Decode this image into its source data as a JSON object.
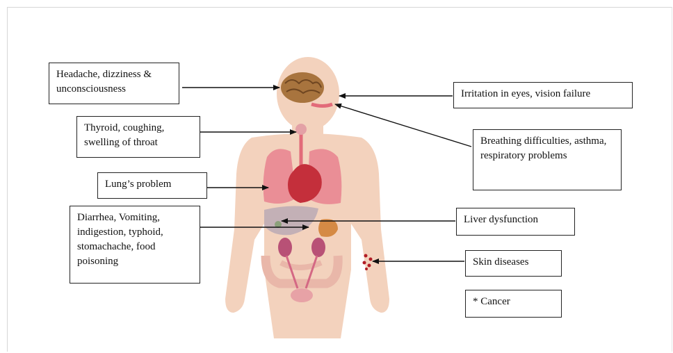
{
  "labels": {
    "headache": "Headache, dizziness & unconsciousness",
    "thyroid": "Thyroid, coughing, swelling of throat",
    "lung": "Lung’s problem",
    "digestive": "Diarrhea, Vomiting, indigestion, typhoid, stomachache, food poisoning",
    "eyes": "Irritation in eyes, vision failure",
    "breathing": "Breathing difficulties, asthma, respiratory problems",
    "liver": "Liver dysfunction",
    "skin": "Skin diseases",
    "cancer": "* Cancer"
  },
  "colors": {
    "skin_tone": "#f3d2bd",
    "brain": "#a8743e",
    "lungs": "#ea8e96",
    "heart": "#c42f3b",
    "liver": "#c3b0b6",
    "stomach": "#d58a45",
    "kidney": "#b85176",
    "intestine": "#e9b7a9",
    "rash": "#b21d25"
  }
}
